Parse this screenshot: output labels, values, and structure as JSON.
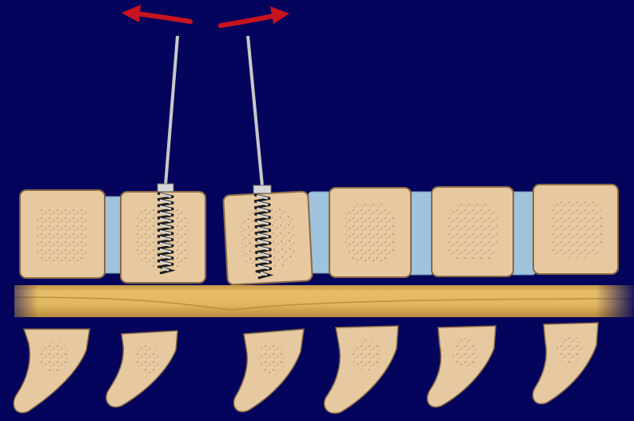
{
  "diagram": {
    "colors": {
      "background": "#04045c",
      "bone": "#e6c9a0",
      "bone_outline": "#8a6a44",
      "bone_speckle": "#a06a5a",
      "disc": "#9fc3dc",
      "ligament": "#e2b760",
      "ligament_edge": "#a9832d",
      "screw": "#d7d7d7",
      "screw_thread": "#1c1c1c",
      "rod": "#c8c8c8",
      "arrow": "#c8141e"
    },
    "vertebrae": [
      {
        "name": "vertebral-body-1",
        "screw": false
      },
      {
        "name": "vertebral-body-2",
        "screw": true
      },
      {
        "name": "vertebral-body-3",
        "screw": true
      },
      {
        "name": "vertebral-body-4",
        "screw": false
      },
      {
        "name": "vertebral-body-5",
        "screw": false
      },
      {
        "name": "vertebral-body-6",
        "screw": false
      }
    ],
    "discs": 4,
    "spinous_processes": 6,
    "distraction_arrows": [
      {
        "name": "left-distraction-arrow",
        "direction": "left"
      },
      {
        "name": "right-distraction-arrow",
        "direction": "right"
      }
    ]
  }
}
